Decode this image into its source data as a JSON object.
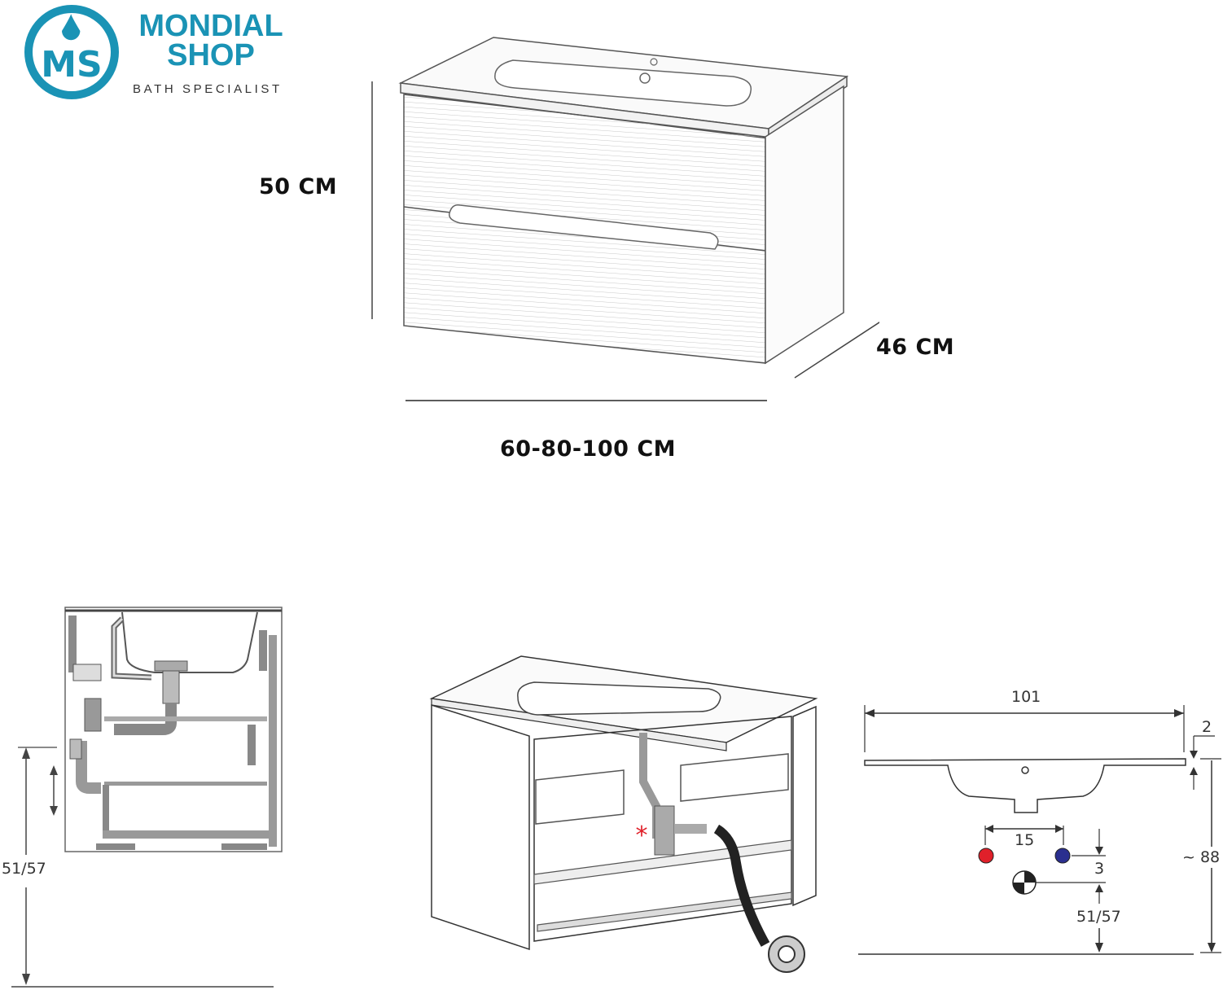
{
  "logo": {
    "monogram": "MS",
    "name_line1": "MONDIAL",
    "name_line2": "SHOP",
    "tagline": "BATH SPECIALIST",
    "color": "#1a93b5"
  },
  "dimensions": {
    "height": "50 CM",
    "depth": "46 CM",
    "width": "60-80-100 CM"
  },
  "side_view": {
    "drain_height": "51/57"
  },
  "basin_drawing": {
    "width": "101",
    "thickness": "2",
    "tap_spacing": "15",
    "offset": "3",
    "drain_height": "51/57",
    "total_height": "~ 88",
    "hot_color": "#e0202a",
    "cold_color": "#2a2f8f"
  }
}
